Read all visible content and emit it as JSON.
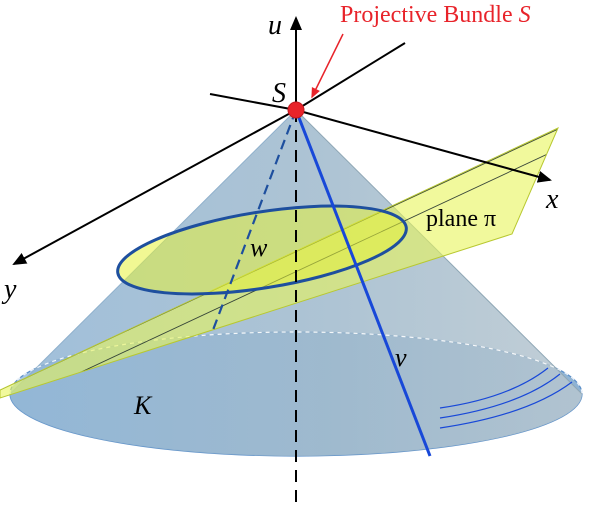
{
  "title": "Projective Bundle",
  "title_symbol": "S",
  "labels": {
    "u": "u",
    "x": "x",
    "y": "y",
    "S": "S",
    "w": "w",
    "v": "v",
    "K": "K",
    "plane": "plane π"
  },
  "colors": {
    "title": "#e8232a",
    "axis": "#000000",
    "cone_fill": "#9ab6c8",
    "cone_edge": "#1e4f9e",
    "plane_fill": "#e8f55a",
    "plane_hatch": "#1c2a2a",
    "ray": "#1848d8",
    "apex": "#e8232a"
  }
}
